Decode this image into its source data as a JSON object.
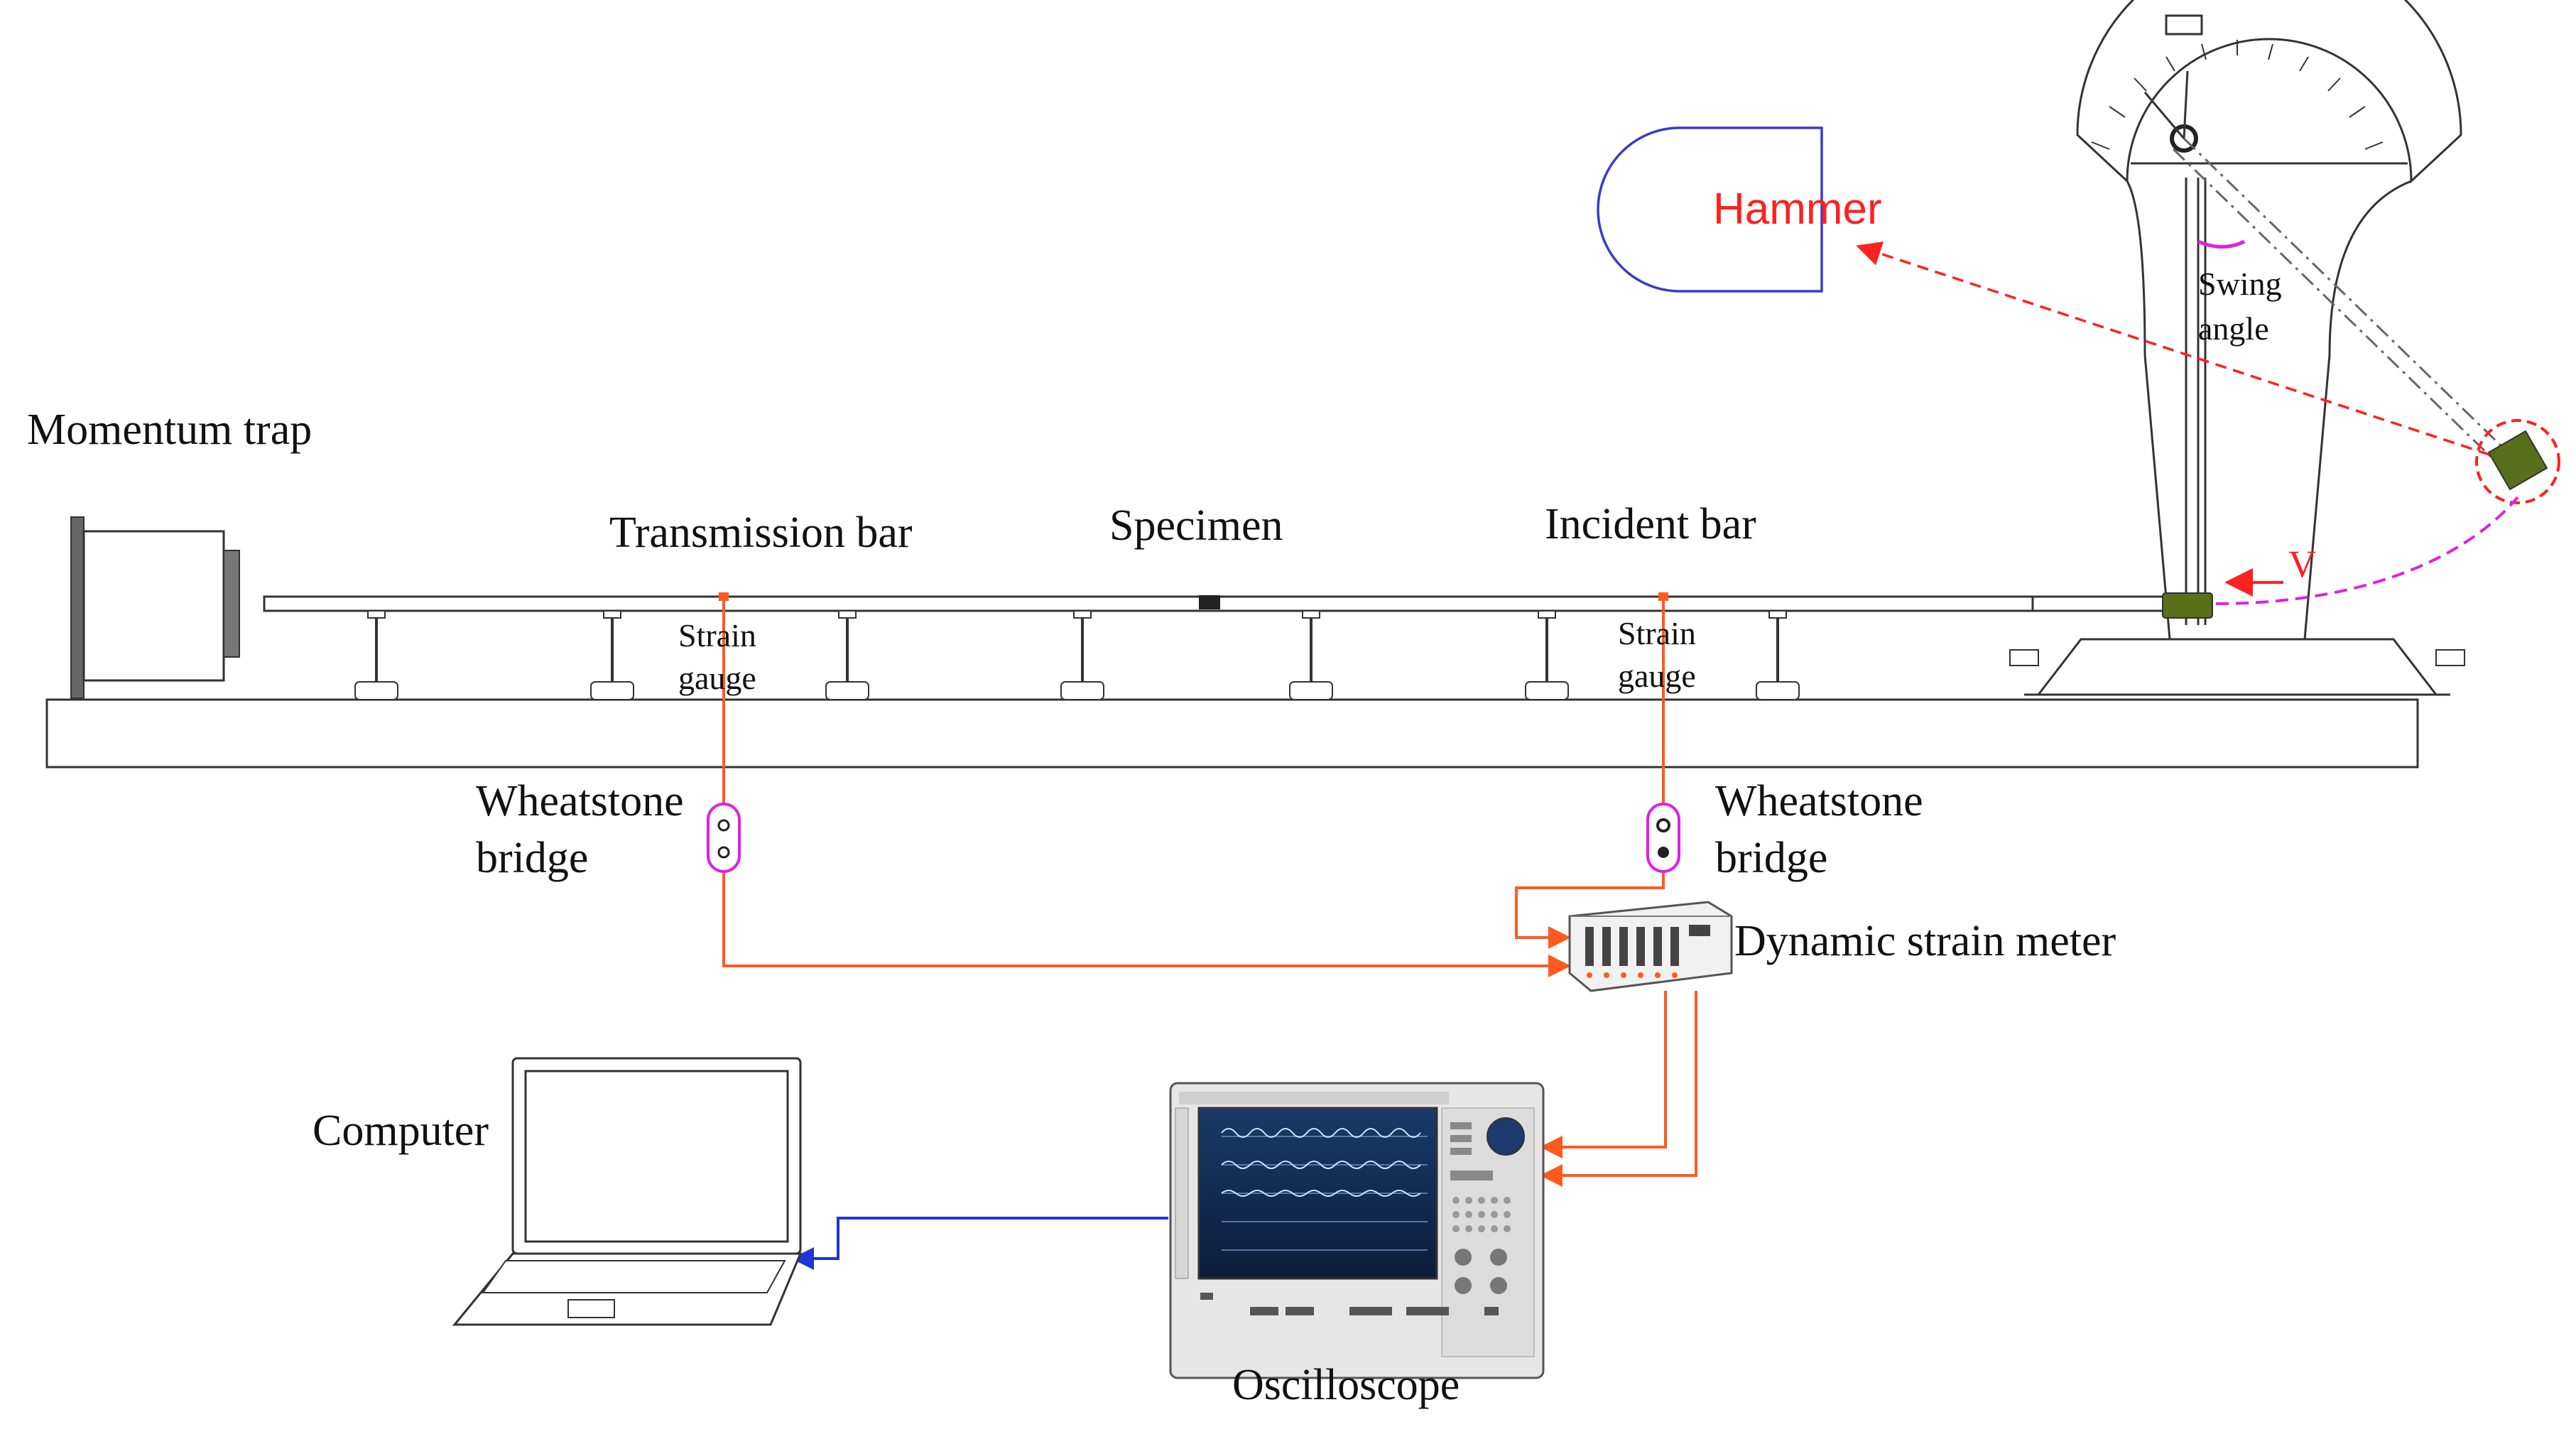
{
  "labels": {
    "momentum_trap": "Momentum trap",
    "transmission_bar": "Transmission bar",
    "specimen": "Specimen",
    "incident_bar": "Incident bar",
    "hammer": "Hammer",
    "swing": "Swing",
    "angle": "angle",
    "velocity": "V",
    "strain": "Strain",
    "gauge": "gauge",
    "wheatstone": "Wheatstone",
    "bridge": "bridge",
    "dynamic_strain_meter": "Dynamic strain meter",
    "computer": "Computer",
    "oscilloscope": "Oscilloscope"
  },
  "colors": {
    "signal_wire": "#ff5a1f",
    "data_cable": "#1f35d8",
    "bridge_outline": "#e020e0",
    "hammer_text": "#ff2020",
    "hammer_outline": "#3a3acc",
    "trajectory": "#e020e0",
    "pendulum_head": "#5a6f1a",
    "arrow_red": "#ff2020"
  }
}
